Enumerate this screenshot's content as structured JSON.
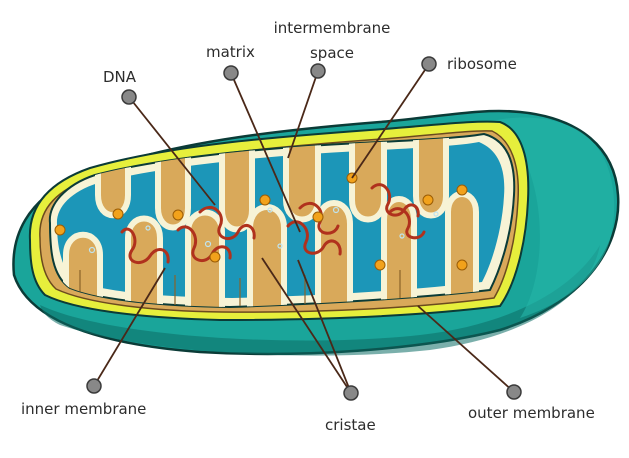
{
  "labels": {
    "intermembrane_line1": "intermembrane",
    "intermembrane_line2": "space",
    "matrix": "matrix",
    "dna": "DNA",
    "ribosome": "ribosome",
    "inner_membrane": "inner membrane",
    "cristae": "cristae",
    "outer_membrane": "outer membrane"
  },
  "colors": {
    "outer_shell": "#1aa59a",
    "outer_shell_dark": "#0d6e66",
    "outer_membrane_edge": "#e6ef3c",
    "intermembrane": "#d9a95a",
    "inner_membrane": "#f7f3d6",
    "matrix": "#1c96b8",
    "dna": "#b0311d",
    "ribosome": "#f2a21b",
    "leader_line": "#4a2818",
    "pin": "#888888"
  }
}
